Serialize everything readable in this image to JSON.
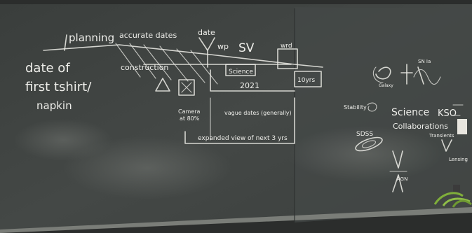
{
  "board": {
    "colors": {
      "chalkboard": "#3e4240",
      "chalk": "#eeeeea",
      "wall": "#2a2c2b",
      "frame": "#7a7d78",
      "plant": "#7fae3a"
    },
    "timeline_words": {
      "planning": "planning",
      "accurate_dates": "accurate dates",
      "date": "date",
      "wp": "wp",
      "sv": "SV",
      "wrd": "wrd",
      "construction": "construction",
      "science": "Science",
      "year": "2021",
      "ten_yrs": "10yrs"
    },
    "left_note": {
      "line1": "date of",
      "line2": "first tshirt/",
      "line3": "napkin"
    },
    "lower_notes": {
      "camera": "Camera",
      "camera_pct": "at 80%",
      "vague_dates": "vague dates (generally)",
      "expanded_view": "expanded view of next 3 yrs"
    },
    "right_cluster": {
      "science": "Science",
      "collaborations": "Collaborations",
      "galaxy": "Galaxy",
      "stability": "Stability",
      "sdss": "SDSS",
      "sn": "SN Ia",
      "agn": "AGN",
      "transients": "Transients",
      "lensing": "Lensing",
      "kso": "KSO"
    }
  }
}
